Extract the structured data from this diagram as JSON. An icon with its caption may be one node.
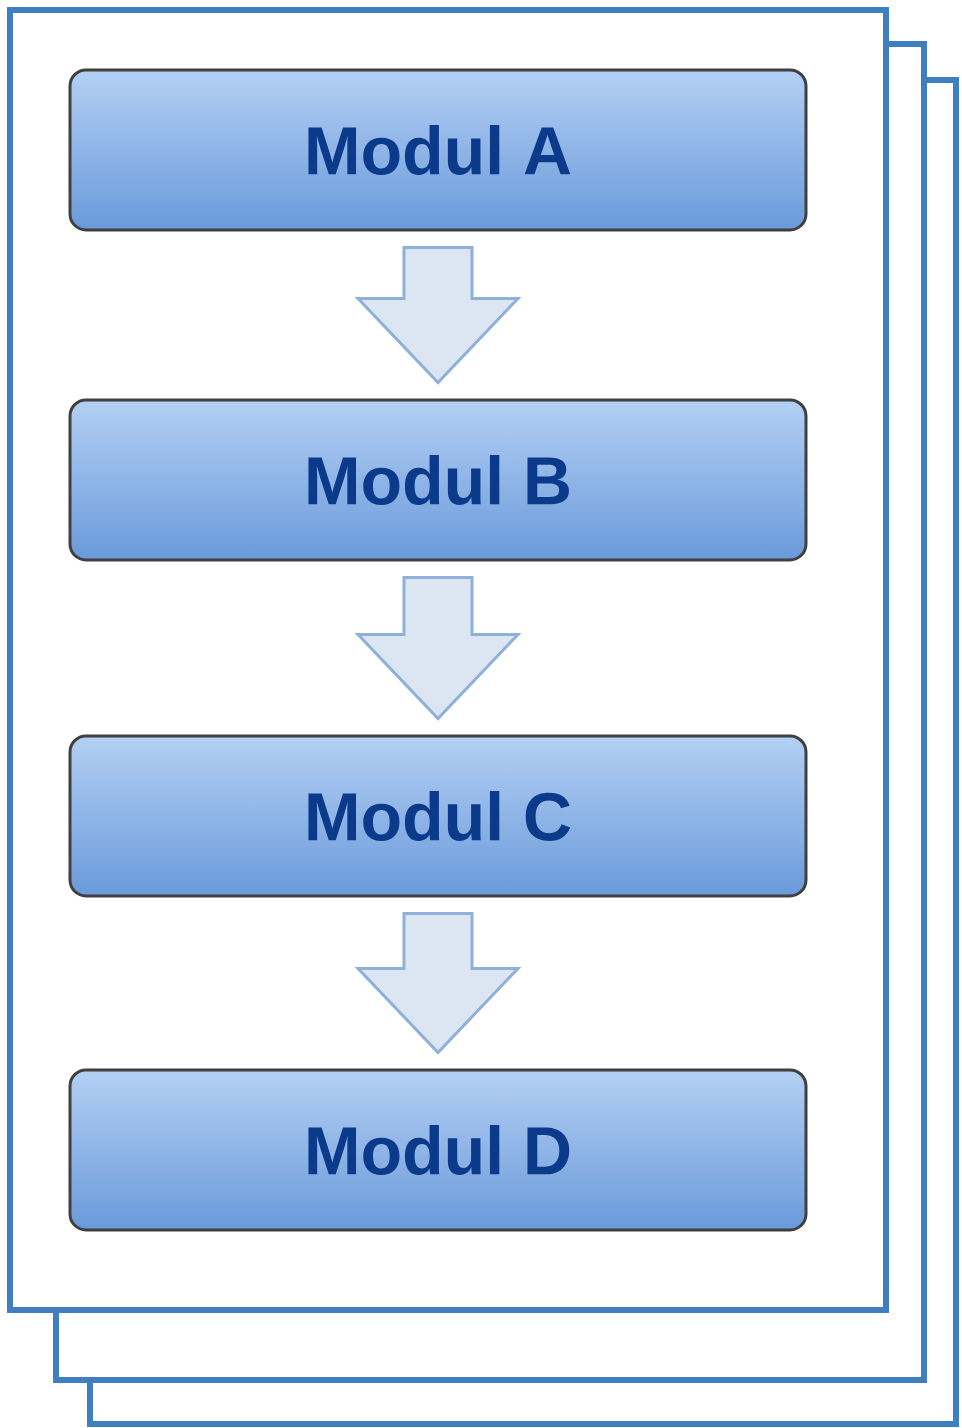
{
  "diagram": {
    "nodes": [
      {
        "text": [
          "Modul A"
        ]
      },
      {
        "text": [
          "Modul B"
        ]
      },
      {
        "text": [
          "Modul C"
        ]
      },
      {
        "text": [
          "Modul D"
        ]
      }
    ],
    "edges": [
      {
        "from": 0,
        "to": 1,
        "arrow": "to"
      },
      {
        "from": 1,
        "to": 2,
        "arrow": "to"
      },
      {
        "from": 2,
        "to": 3,
        "arrow": "to"
      }
    ]
  }
}
